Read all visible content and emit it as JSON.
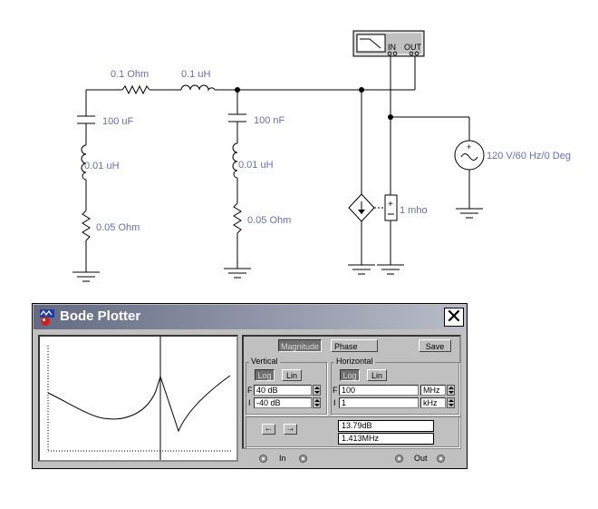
{
  "schematic": {
    "resistor_1": "0.1  Ohm",
    "inductor_1": "0.1 uH",
    "cap_1": "100 uF",
    "ind_left": "0.01 uH",
    "res_left": "0.05  Ohm",
    "cap_2": "100 nF",
    "ind_mid": "0.01 uH",
    "res_mid": "0.05  Ohm",
    "source_value": "1 mho",
    "ac_source": "120 V/60 Hz/0 Deg",
    "meter_in": "IN",
    "meter_out": "OUT"
  },
  "bode": {
    "title": "Bode Plotter",
    "close": "✕",
    "magnitude": "Magnitude",
    "phase": "Phase",
    "save": "Save",
    "vertical": "Vertical",
    "horizontal": "Horizontal",
    "log": "Log",
    "lin": "Lin",
    "f": "F",
    "i": "I",
    "v_f": "40 dB",
    "v_i": "-40 dB",
    "h_f": "100",
    "h_f_unit": "MHz",
    "h_i": "1",
    "h_i_unit": "kHz",
    "left_arrow": "←",
    "right_arrow": "→",
    "readout_db": "13.79dB",
    "readout_freq": "1.413MHz",
    "in": "In",
    "out": "Out"
  }
}
